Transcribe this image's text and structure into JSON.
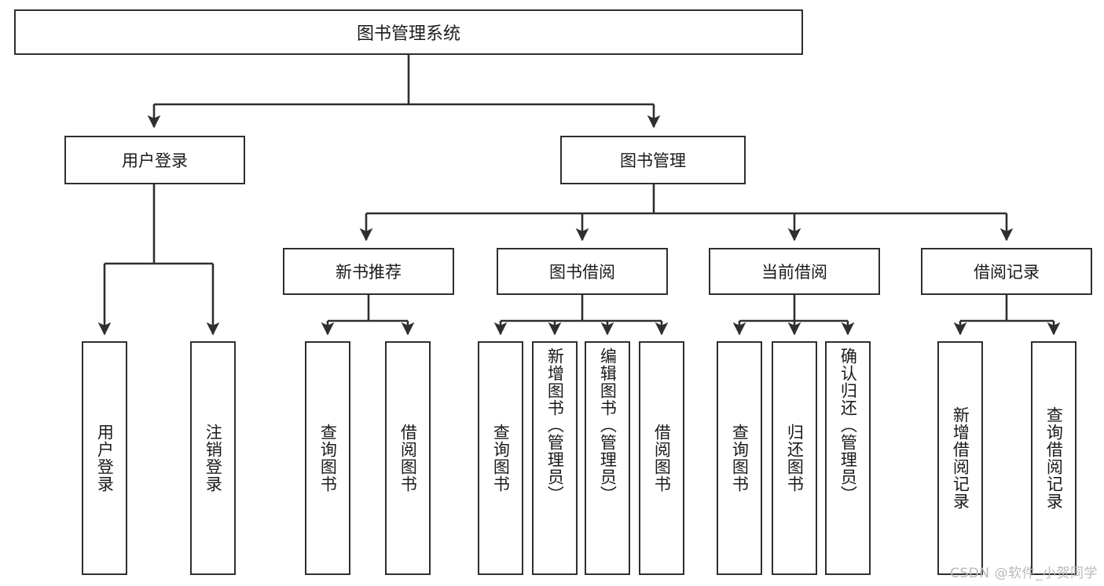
{
  "diagram": {
    "title": "图书管理系统",
    "type": "tree",
    "root": {
      "label": "图书管理系统"
    },
    "level2": [
      {
        "label": "用户登录"
      },
      {
        "label": "图书管理"
      }
    ],
    "level3": [
      {
        "label": "新书推荐"
      },
      {
        "label": "图书借阅"
      },
      {
        "label": "当前借阅"
      },
      {
        "label": "借阅记录"
      }
    ],
    "leaves": {
      "user_login": [
        {
          "label": "用户登录"
        },
        {
          "label": "注销登录"
        }
      ],
      "new_book": [
        {
          "label": "查询图书"
        },
        {
          "label": "借阅图书"
        }
      ],
      "book_borrow": [
        {
          "label": "查询图书"
        },
        {
          "label": "新增图书（管理员）"
        },
        {
          "label": "编辑图书（管理员）"
        },
        {
          "label": "借阅图书"
        }
      ],
      "current_borrow": [
        {
          "label": "查询图书"
        },
        {
          "label": "归还图书"
        },
        {
          "label": "确认归还（管理员）"
        }
      ],
      "borrow_record": [
        {
          "label": "新增借阅记录"
        },
        {
          "label": "查询借阅记录"
        }
      ]
    }
  },
  "watermark": {
    "text": "CSDN @软件_小贺同学"
  },
  "colors": {
    "stroke": "#2f2f2f",
    "box_fill": "#ffffff",
    "text": "#1a1a1a",
    "watermark": "#b9b9b9",
    "background": "#ffffff"
  }
}
